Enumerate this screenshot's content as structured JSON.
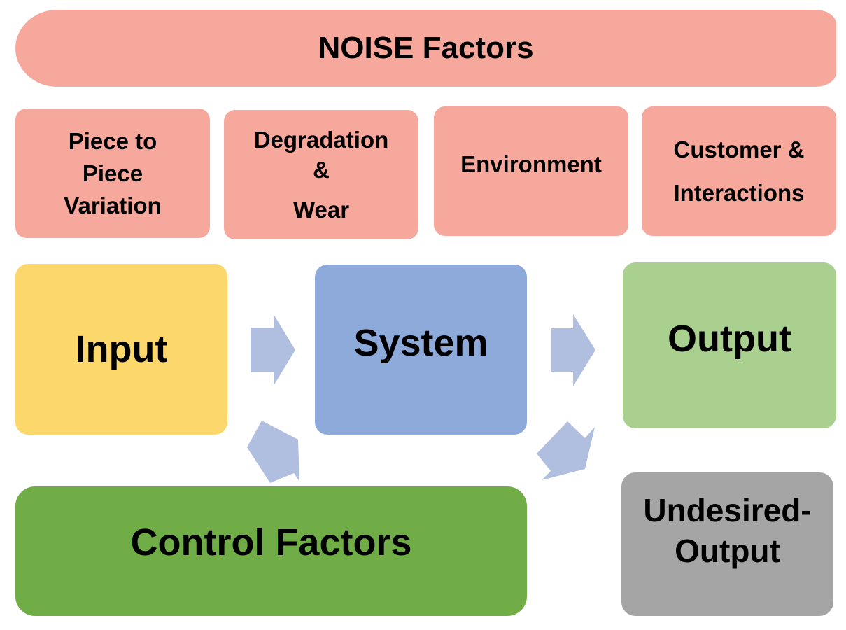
{
  "noise": {
    "title": "NOISE Factors",
    "items": [
      {
        "lines": [
          "Piece to",
          "Piece",
          "Variation"
        ]
      },
      {
        "lines": [
          "Degradation",
          "&",
          "Wear"
        ]
      },
      {
        "lines": [
          "Environment"
        ]
      },
      {
        "lines": [
          "Customer &",
          "Interactions"
        ]
      }
    ]
  },
  "flow": {
    "input": "Input",
    "system": "System",
    "output": "Output",
    "control": "Control Factors",
    "undesired": [
      "Undesired-",
      "Output"
    ]
  },
  "colors": {
    "noise": "#f7a89c",
    "input": "#fcd76b",
    "system": "#8eaadb",
    "output": "#a9d08e",
    "control": "#70ad47",
    "undesired": "#a5a5a5",
    "arrow": "#b0bfe0"
  }
}
